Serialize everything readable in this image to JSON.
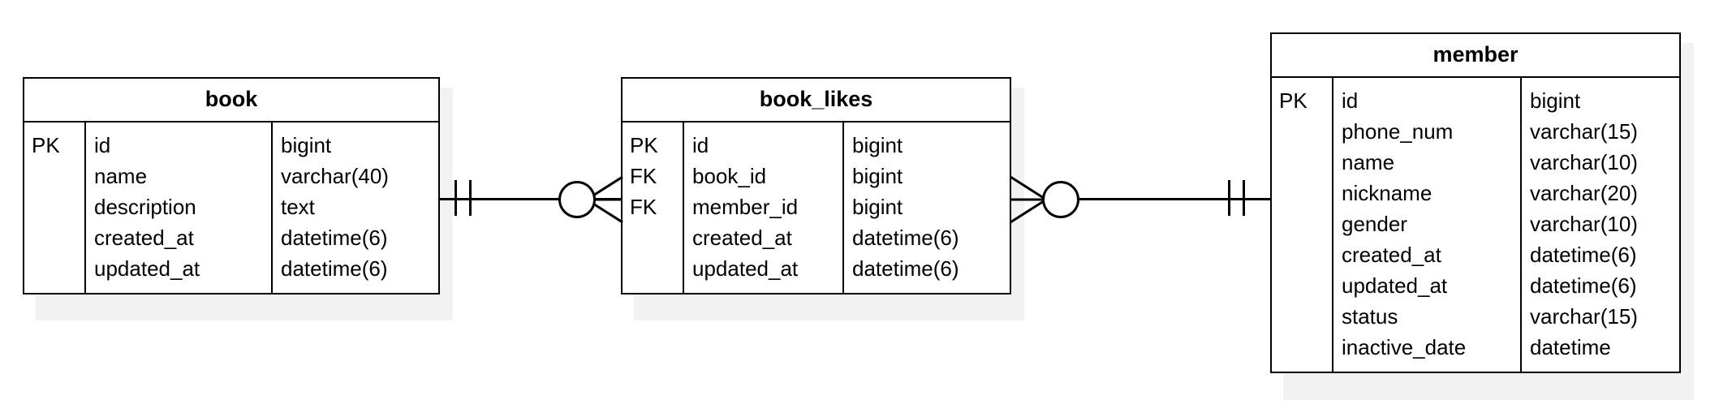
{
  "diagram": {
    "type": "entity-relationship-diagram",
    "notation": "crow's foot",
    "background_color": "#ffffff",
    "line_color": "#000000",
    "shadow_color": "#f2f2f2"
  },
  "entities": [
    {
      "name": "book",
      "columns": [
        {
          "key": "PK",
          "field": "id",
          "type": "bigint"
        },
        {
          "key": "",
          "field": "name",
          "type": "varchar(40)"
        },
        {
          "key": "",
          "field": "description",
          "type": "text"
        },
        {
          "key": "",
          "field": "created_at",
          "type": "datetime(6)"
        },
        {
          "key": "",
          "field": "updated_at",
          "type": "datetime(6)"
        }
      ]
    },
    {
      "name": "book_likes",
      "columns": [
        {
          "key": "PK",
          "field": "id",
          "type": "bigint"
        },
        {
          "key": "FK",
          "field": "book_id",
          "type": "bigint"
        },
        {
          "key": "FK",
          "field": "member_id",
          "type": "bigint"
        },
        {
          "key": "",
          "field": "created_at",
          "type": "datetime(6)"
        },
        {
          "key": "",
          "field": "updated_at",
          "type": "datetime(6)"
        }
      ]
    },
    {
      "name": "member",
      "columns": [
        {
          "key": "PK",
          "field": "id",
          "type": "bigint"
        },
        {
          "key": "",
          "field": "phone_num",
          "type": "varchar(15)"
        },
        {
          "key": "",
          "field": "name",
          "type": "varchar(10)"
        },
        {
          "key": "",
          "field": "nickname",
          "type": "varchar(20)"
        },
        {
          "key": "",
          "field": "gender",
          "type": "varchar(10)"
        },
        {
          "key": "",
          "field": "created_at",
          "type": "datetime(6)"
        },
        {
          "key": "",
          "field": "updated_at",
          "type": "datetime(6)"
        },
        {
          "key": "",
          "field": "status",
          "type": "varchar(15)"
        },
        {
          "key": "",
          "field": "inactive_date",
          "type": "datetime"
        }
      ]
    }
  ],
  "relationships": [
    {
      "from": "book",
      "to": "book_likes",
      "from_cardinality": "one-and-only-one",
      "to_cardinality": "zero-or-many"
    },
    {
      "from": "book_likes",
      "to": "member",
      "from_cardinality": "zero-or-many",
      "to_cardinality": "one-and-only-one"
    }
  ]
}
